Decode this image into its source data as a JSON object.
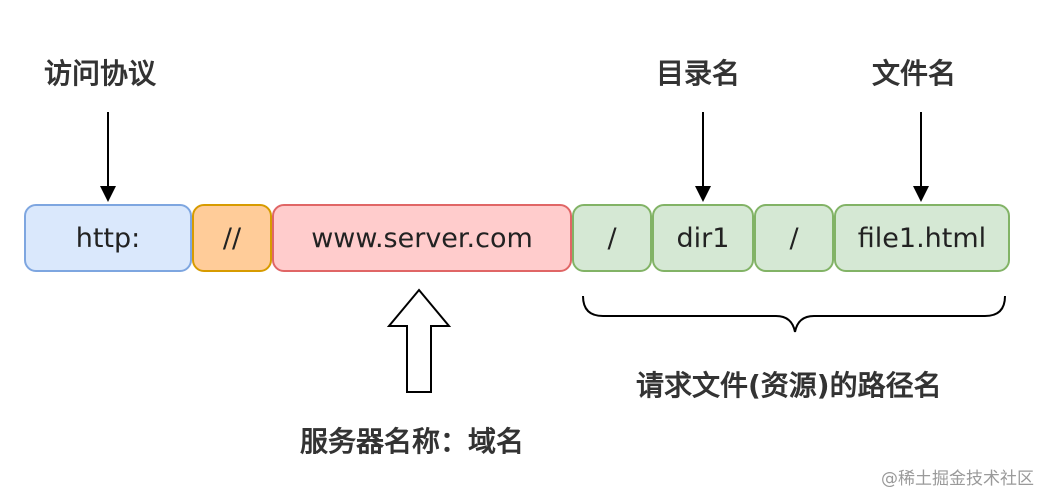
{
  "labels": {
    "protocol": "访问协议",
    "directory": "目录名",
    "file": "文件名",
    "domain": "服务器名称：域名",
    "path": "请求文件(资源)的路径名"
  },
  "segments": [
    {
      "id": "protocol",
      "text": "http:",
      "color": "#dae8fc",
      "border": "#7ea6e0"
    },
    {
      "id": "double-slash",
      "text": "//",
      "color": "#ffcc99",
      "border": "#d79b00"
    },
    {
      "id": "server",
      "text": "www.server.com",
      "color": "#ffcccc",
      "border": "#e06666"
    },
    {
      "id": "slash-1",
      "text": "/",
      "color": "#d5e8d4",
      "border": "#82b366"
    },
    {
      "id": "dir",
      "text": "dir1",
      "color": "#d5e8d4",
      "border": "#82b366"
    },
    {
      "id": "slash-2",
      "text": "/",
      "color": "#d5e8d4",
      "border": "#82b366"
    },
    {
      "id": "file",
      "text": "file1.html",
      "color": "#d5e8d4",
      "border": "#82b366"
    }
  ],
  "watermark": "@稀土掘金技术社区"
}
